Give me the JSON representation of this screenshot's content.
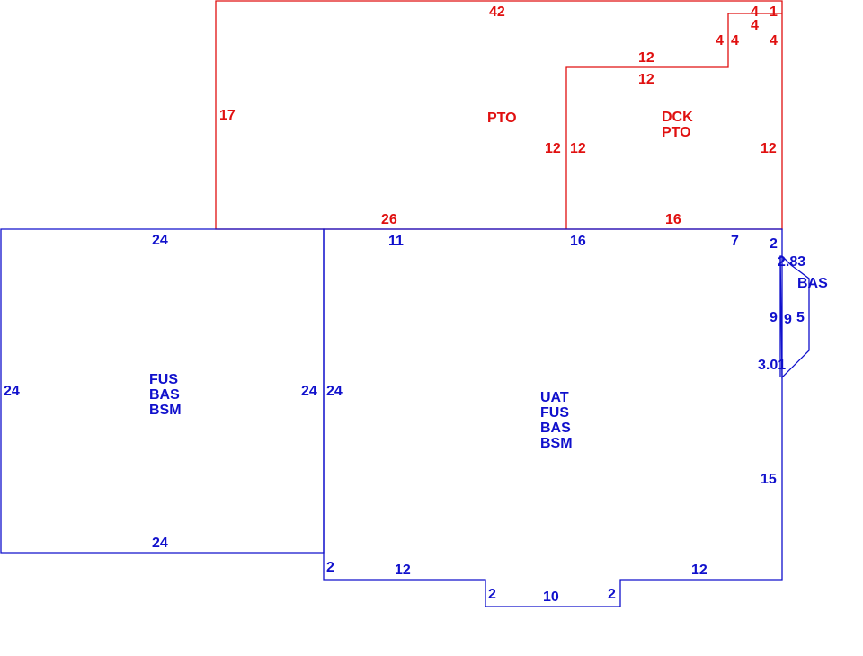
{
  "colors": {
    "red": "#e01010",
    "blue": "#1010cc"
  },
  "areas": {
    "pto": {
      "code": "PTO"
    },
    "dck": {
      "code1": "DCK",
      "code2": "PTO"
    },
    "left_block": {
      "code1": "FUS",
      "code2": "BAS",
      "code3": "BSM"
    },
    "main_block": {
      "code1": "UAT",
      "code2": "FUS",
      "code3": "BAS",
      "code4": "BSM"
    },
    "bay": {
      "code": "BAS"
    }
  },
  "dims": {
    "red_top": "42",
    "red_top_4a": "4",
    "red_top_1": "1",
    "red_top_4b": "4",
    "red_step_4a": "4",
    "red_step_4b": "4",
    "red_right_4": "4",
    "red_step_12a": "12",
    "red_step_12b": "12",
    "red_left_17": "17",
    "red_mid_12a": "12",
    "red_mid_12b": "12",
    "red_right_12": "12",
    "red_bottom_26": "26",
    "red_bottom_16": "16",
    "left_top_24": "24",
    "left_left_24": "24",
    "left_right_24": "24",
    "left_bottom_24": "24",
    "main_left_24": "24",
    "main_top_11": "11",
    "main_top_16": "16",
    "main_top_7": "7",
    "main_right_2": "2",
    "bay_283": "2.83",
    "bay_9a": "9",
    "bay_9b": "9",
    "bay_5": "5",
    "bay_301": "3.01",
    "main_right_15": "15",
    "main_bottom_2a": "2",
    "main_bottom_12a": "12",
    "main_bottom_12b": "12",
    "notch_2a": "2",
    "notch_10": "10",
    "notch_2b": "2"
  }
}
